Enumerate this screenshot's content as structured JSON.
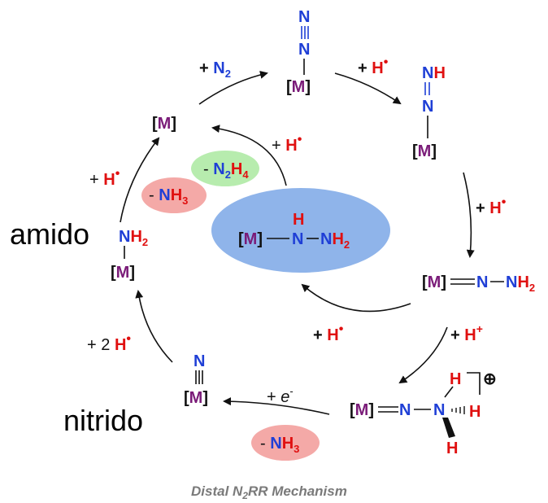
{
  "colors": {
    "metal": "#7a1b78",
    "nitrogen": "#1f3fd6",
    "hydrogen": "#e01010",
    "black": "#111111",
    "caption": "#7a7a7a",
    "blue_ellipse": "#8fb4ea",
    "green_ellipse": "#b7ecae",
    "red_ellipse": "#f4a9a7"
  },
  "labels": {
    "metal": "[M]",
    "n": "N",
    "h": "H",
    "h2": "2",
    "h3": "3",
    "h4": "4",
    "nh": "NH",
    "plus": "+",
    "minus": "-",
    "radical": "•",
    "plus_charge": "+",
    "electron": "e",
    "electron_sup": "-",
    "two": "2",
    "amido": "amido",
    "nitrido": "nitrido",
    "charge_circle": "⊕"
  },
  "caption": {
    "prefix": "Distal N",
    "sub": "2",
    "suffix": "RR Mechanism"
  }
}
